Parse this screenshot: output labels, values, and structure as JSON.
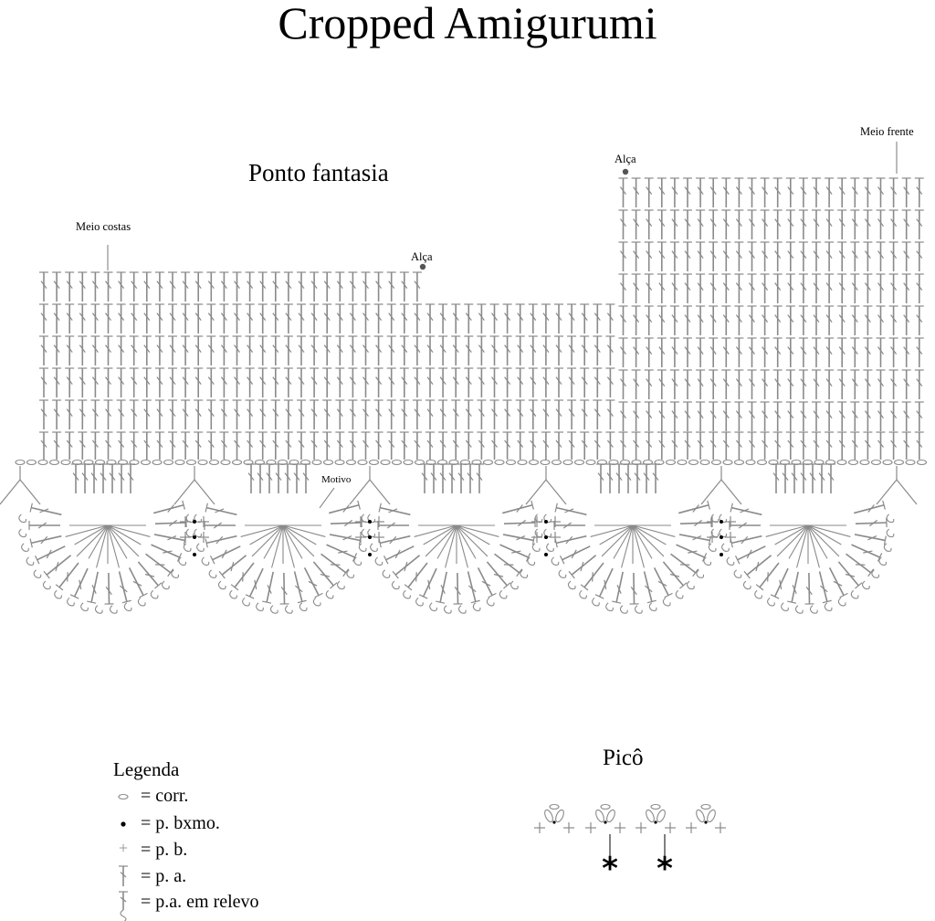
{
  "title": "Cropped Amigurumi",
  "section_title": "Ponto fantasia",
  "labels": {
    "back": "Meio costas",
    "strap_left": "Alça",
    "strap_right": "Alça",
    "front": "Meio frente",
    "motif": "Motivo"
  },
  "legend": {
    "title": "Legenda",
    "items": [
      {
        "symbol": "chain-oval",
        "text": "= corr."
      },
      {
        "symbol": "slip-dot",
        "text": "= p. bxmo."
      },
      {
        "symbol": "single-cross",
        "text": "= p. b."
      },
      {
        "symbol": "double-crochet",
        "text": "= p. a."
      },
      {
        "symbol": "relief-double-crochet",
        "text": "= p.a. em relevo"
      }
    ]
  },
  "pico": {
    "title": "Picô",
    "units": 4,
    "markers": 2
  },
  "diagram": {
    "columns": 69,
    "motifs": 5,
    "back_rows": 6,
    "middle_rows": 5,
    "front_rows": 9
  },
  "colors": {
    "stitch": "#8a8a8a",
    "ink": "#000000",
    "dot": "#555555"
  }
}
